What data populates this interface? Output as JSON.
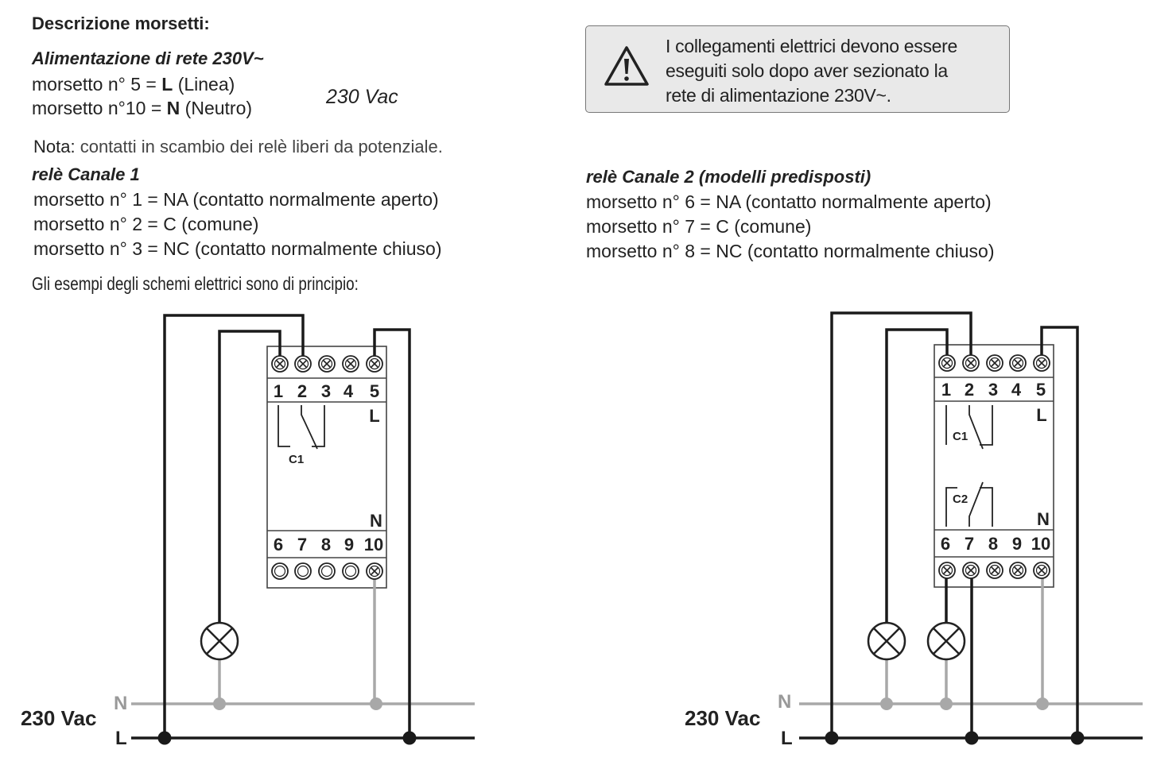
{
  "left": {
    "title": "Descrizione morsetti:",
    "supply_heading": "Alimentazione di rete 230V~",
    "supply_lines": [
      {
        "pre": "morsetto n° 5  = ",
        "bold": "L",
        "post": " (Linea)"
      },
      {
        "pre": "morsetto n°10 = ",
        "bold": "N",
        "post": " (Neutro)"
      }
    ],
    "supply_voltage": "230 Vac",
    "note_label": "Nota:",
    "note_text": " contatti in scambio dei relè liberi da potenziale.",
    "ch1_heading": "relè Canale 1",
    "ch1_lines": [
      "morsetto n° 1 = NA (contatto normalmente aperto)",
      "morsetto n° 2 = C   (comune)",
      "morsetto n° 3 = NC (contatto normalmente chiuso)"
    ],
    "schemes_note": "Gli esempi degli schemi elettrici sono di principio:"
  },
  "warning": {
    "icon": "warning-triangle-icon",
    "lines": [
      "I collegamenti elettrici devono essere",
      "eseguiti solo dopo aver sezionato la",
      "rete di alimentazione 230V~."
    ]
  },
  "right": {
    "ch2_heading": "relè Canale 2 (modelli predisposti)",
    "ch2_lines": [
      "morsetto n° 6 = NA (contatto normalmente aperto)",
      "morsetto n° 7 = C   (comune)",
      "morsetto n° 8 = NC (contatto normalmente chiuso)"
    ]
  },
  "diagram": {
    "top_terminals": [
      "1",
      "2",
      "3",
      "4",
      "5"
    ],
    "bottom_terminals": [
      "6",
      "7",
      "8",
      "9",
      "10"
    ],
    "line_terminal": "L",
    "neutral_terminal": "N",
    "contact1": "C1",
    "contact2": "C2",
    "neutral_label": "N",
    "line_label": "L",
    "supply_label": "230 Vac",
    "colors": {
      "line": "#1a1a1a",
      "neutral": "#a8a8a8"
    }
  }
}
